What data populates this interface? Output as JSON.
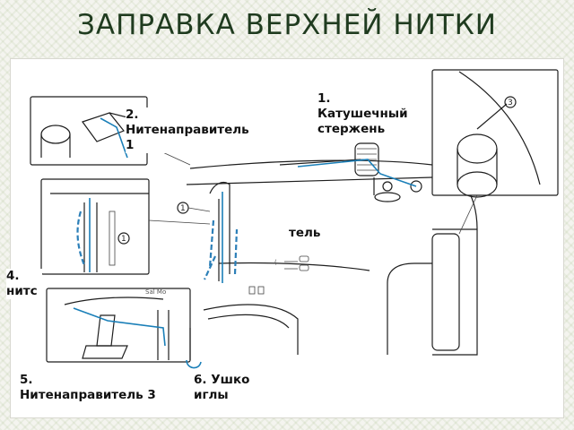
{
  "slide": {
    "title": "ЗАПРАВКА ВЕРХНЕЙ НИТКИ"
  },
  "labels": {
    "spool_pin": "1.\nКатушечный\nстержень",
    "guide1": "2.\nНитенаправитель\n1",
    "guide2_partial": "тель",
    "take_up_partial": "4.\nнитс",
    "guide3": "5.\nНитенаправитель 3",
    "needle_eye": "6. Ушко\nиглы"
  },
  "callouts": {
    "circle_marker": "1",
    "circle_marker_spool": "3"
  },
  "colors": {
    "thread": "#1a7fb8",
    "title": "#1f3b1f"
  }
}
